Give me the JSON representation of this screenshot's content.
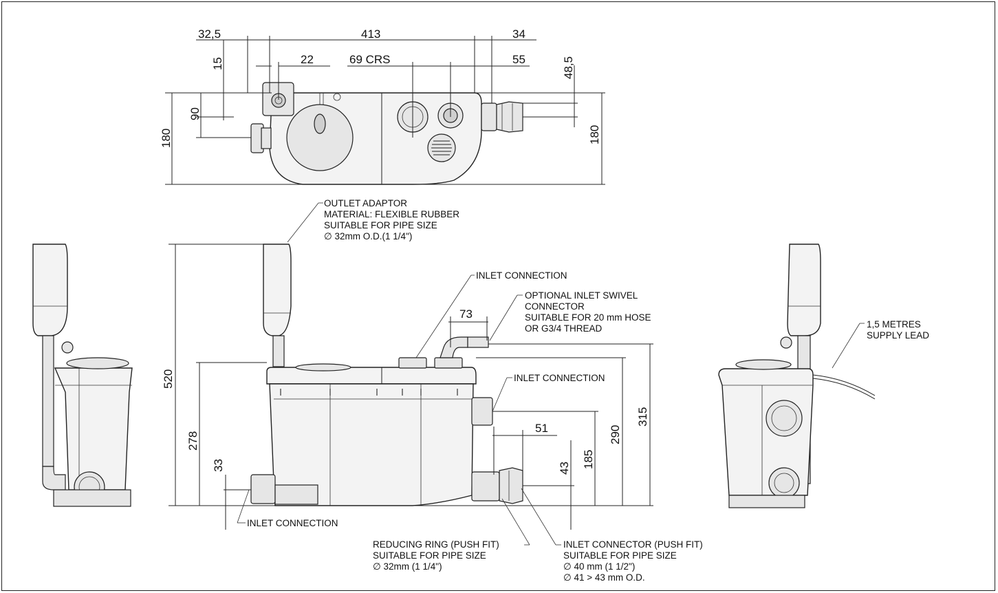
{
  "dimensions": {
    "top_left_offset": "32,5",
    "top_width": "413",
    "top_right_offset": "34",
    "top_15": "15",
    "top_22": "22",
    "crs": "69  CRS",
    "top_55": "55",
    "top_48_5": "48,5",
    "top_90": "90",
    "top_180_left": "180",
    "top_180_right": "180",
    "height_520": "520",
    "height_278": "278",
    "height_33": "33",
    "width_73": "73",
    "width_51": "51",
    "height_43": "43",
    "height_185": "185",
    "height_290": "290",
    "height_315": "315"
  },
  "notes": {
    "outlet_adaptor": [
      "OUTLET ADAPTOR",
      "MATERIAL: FLEXIBLE RUBBER",
      "SUITABLE FOR PIPE SIZE",
      "∅ 32mm O.D.(1 1/4\")"
    ],
    "inlet_top": "INLET CONNECTION",
    "optional_swivel": [
      "OPTIONAL INLET SWIVEL",
      "CONNECTOR",
      "SUITABLE FOR 20 mm HOSE",
      "OR G3/4 THREAD"
    ],
    "inlet_side": "INLET CONNECTION",
    "inlet_bottom": "INLET CONNECTION",
    "supply_lead": [
      "1,5 METRES",
      "SUPPLY LEAD"
    ],
    "reducing_ring": [
      "REDUCING RING (PUSH FIT)",
      "SUITABLE FOR PIPE SIZE",
      "∅ 32mm (1 1/4\")"
    ],
    "inlet_connector": [
      "INLET CONNECTOR (PUSH FIT)",
      "SUITABLE FOR PIPE SIZE",
      "∅ 40 mm (1 1/2\")",
      "∅ 41 > 43 mm O.D."
    ]
  }
}
